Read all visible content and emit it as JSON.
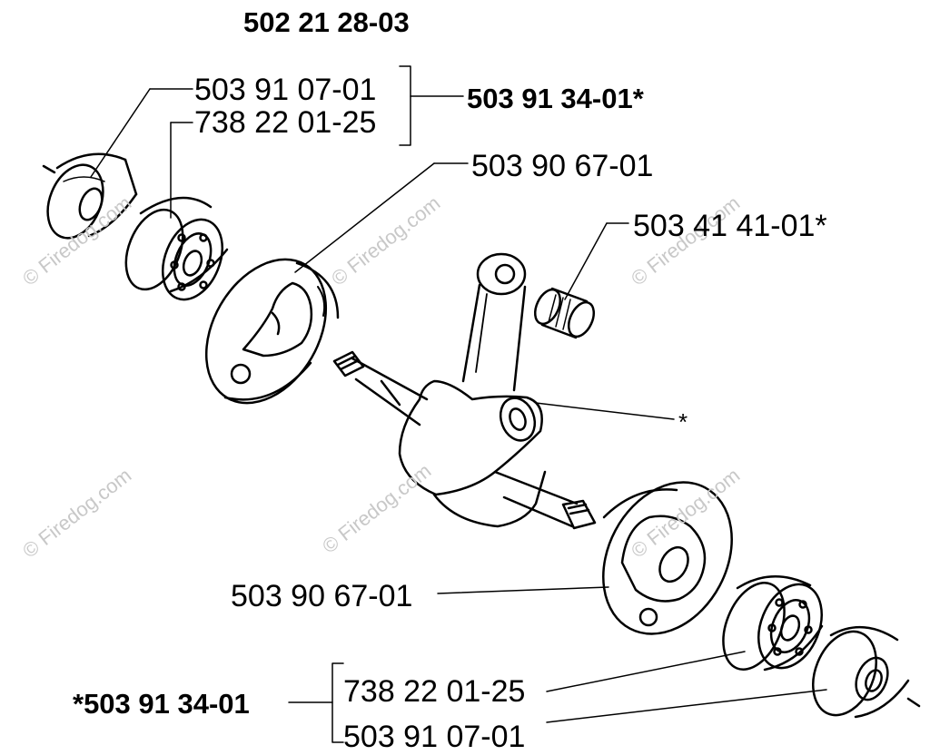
{
  "kit": {
    "label": "502 21 28-03"
  },
  "labels": {
    "bearing_kit_top": "503 91 34-01*",
    "seal_top": "503 91 07-01",
    "bearing_top": "738 22 01-25",
    "crank_half_top": "503 90 67-01",
    "needle_bearing": "503 41 41-01*",
    "asterisk_note": "*",
    "crank_half_bottom": "503 90 67-01",
    "bearing_kit_bottom": "*503 91 34-01",
    "bearing_bottom": "738 22 01-25",
    "seal_bottom": "503 91 07-01"
  },
  "watermark": {
    "text": "© Firedog.com"
  },
  "colors": {
    "ink": "#000000",
    "watermark": "#c8c8c8"
  }
}
